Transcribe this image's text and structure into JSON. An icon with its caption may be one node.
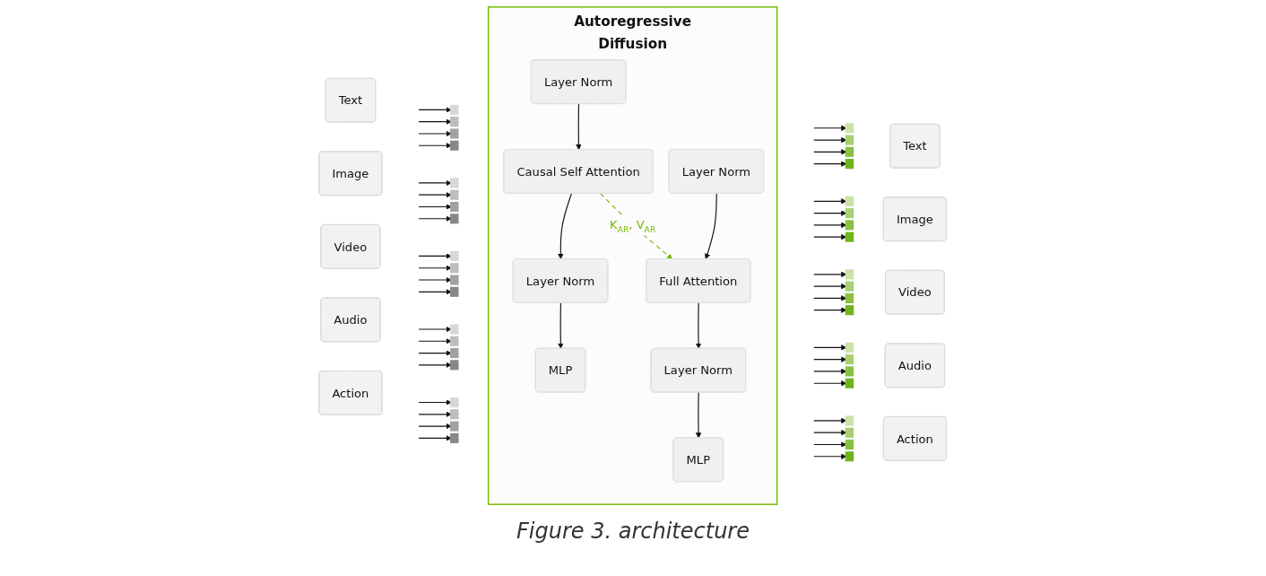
{
  "diagram": {
    "caption": "Figure 3. architecture",
    "nodes": [
      {
        "text": [
          "Text"
        ]
      },
      {
        "text": [
          "Image"
        ]
      },
      {
        "text": [
          "Video"
        ]
      },
      {
        "text": [
          "Audio"
        ]
      },
      {
        "text": [
          "Action"
        ]
      },
      {
        "text": [],
        "shape": "bar"
      },
      {
        "text": [],
        "shape": "bar"
      },
      {
        "text": [],
        "shape": "bar"
      },
      {
        "text": [],
        "shape": "bar"
      },
      {
        "text": [],
        "shape": "bar"
      },
      {
        "text": [
          "Autoregressive",
          "Diffusion"
        ]
      },
      {
        "text": [
          "Layer Norm"
        ],
        "in": 10
      },
      {
        "text": [
          "Causal Self Attention"
        ],
        "in": 10
      },
      {
        "text": [
          "Layer Norm"
        ],
        "in": 10
      },
      {
        "text": [
          "MLP"
        ],
        "in": 10
      },
      {
        "text": [
          "Layer Norm"
        ],
        "in": 10
      },
      {
        "text": [
          "Full Attention"
        ],
        "in": 10
      },
      {
        "text": [
          "Layer Norm"
        ],
        "in": 10
      },
      {
        "text": [
          "MLP"
        ],
        "in": 10
      },
      {
        "text": [],
        "shape": "bar"
      },
      {
        "text": [],
        "shape": "bar"
      },
      {
        "text": [],
        "shape": "bar"
      },
      {
        "text": [],
        "shape": "bar"
      },
      {
        "text": [],
        "shape": "bar"
      },
      {
        "text": [
          "Text"
        ]
      },
      {
        "text": [
          "Image"
        ]
      },
      {
        "text": [
          "Video"
        ]
      },
      {
        "text": [
          "Audio"
        ]
      },
      {
        "text": [
          "Action"
        ]
      }
    ],
    "edges": [
      {
        "from": null,
        "to": 5,
        "arrow": "to"
      },
      {
        "from": null,
        "to": 5,
        "arrow": "to"
      },
      {
        "from": null,
        "to": 5,
        "arrow": "to"
      },
      {
        "from": null,
        "to": 5,
        "arrow": "to"
      },
      {
        "from": null,
        "to": 6,
        "arrow": "to"
      },
      {
        "from": null,
        "to": 6,
        "arrow": "to"
      },
      {
        "from": null,
        "to": 6,
        "arrow": "to"
      },
      {
        "from": null,
        "to": 6,
        "arrow": "to"
      },
      {
        "from": null,
        "to": 7,
        "arrow": "to"
      },
      {
        "from": null,
        "to": 7,
        "arrow": "to"
      },
      {
        "from": null,
        "to": 7,
        "arrow": "to"
      },
      {
        "from": null,
        "to": 7,
        "arrow": "to"
      },
      {
        "from": null,
        "to": 8,
        "arrow": "to"
      },
      {
        "from": null,
        "to": 8,
        "arrow": "to"
      },
      {
        "from": null,
        "to": 8,
        "arrow": "to"
      },
      {
        "from": null,
        "to": 8,
        "arrow": "to"
      },
      {
        "from": null,
        "to": 9,
        "arrow": "to"
      },
      {
        "from": null,
        "to": 9,
        "arrow": "to"
      },
      {
        "from": null,
        "to": 9,
        "arrow": "to"
      },
      {
        "from": null,
        "to": 9,
        "arrow": "to"
      },
      {
        "from": 11,
        "to": 12,
        "arrow": "to"
      },
      {
        "from": 12,
        "to": 13,
        "arrow": "to"
      },
      {
        "from": 13,
        "to": 14,
        "arrow": "to"
      },
      {
        "from": 12,
        "to": 16,
        "arrow": "to",
        "label": "K$_{AR}$, V$_{AR}$",
        "style": "dashed",
        "color": "#76b900"
      },
      {
        "from": 15,
        "to": 16,
        "arrow": "to"
      },
      {
        "from": 16,
        "to": 17,
        "arrow": "to"
      },
      {
        "from": 17,
        "to": 18,
        "arrow": "to"
      },
      {
        "from": null,
        "to": 19,
        "arrow": "to"
      },
      {
        "from": null,
        "to": 19,
        "arrow": "to"
      },
      {
        "from": null,
        "to": 19,
        "arrow": "to"
      },
      {
        "from": null,
        "to": 19,
        "arrow": "to"
      },
      {
        "from": null,
        "to": 20,
        "arrow": "to"
      },
      {
        "from": null,
        "to": 20,
        "arrow": "to"
      },
      {
        "from": null,
        "to": 20,
        "arrow": "to"
      },
      {
        "from": null,
        "to": 20,
        "arrow": "to"
      },
      {
        "from": null,
        "to": 21,
        "arrow": "to"
      },
      {
        "from": null,
        "to": 21,
        "arrow": "to"
      },
      {
        "from": null,
        "to": 21,
        "arrow": "to"
      },
      {
        "from": null,
        "to": 21,
        "arrow": "to"
      },
      {
        "from": null,
        "to": 22,
        "arrow": "to"
      },
      {
        "from": null,
        "to": 22,
        "arrow": "to"
      },
      {
        "from": null,
        "to": 22,
        "arrow": "to"
      },
      {
        "from": null,
        "to": 22,
        "arrow": "to"
      },
      {
        "from": null,
        "to": 23,
        "arrow": "to"
      },
      {
        "from": null,
        "to": 23,
        "arrow": "to"
      },
      {
        "from": null,
        "to": 23,
        "arrow": "to"
      },
      {
        "from": null,
        "to": 23,
        "arrow": "to"
      }
    ]
  }
}
